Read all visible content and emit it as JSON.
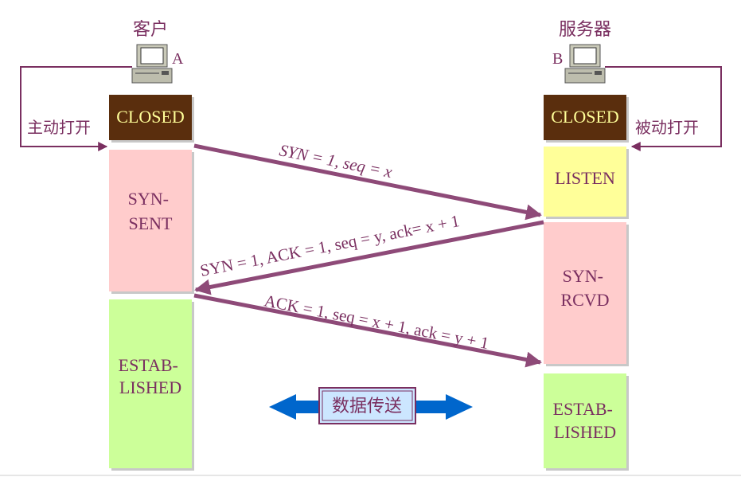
{
  "client": {
    "title": "客户",
    "host_label": "A",
    "action": "主动打开"
  },
  "server": {
    "title": "服务器",
    "host_label": "B",
    "action": "被动打开"
  },
  "client_states": [
    "CLOSED",
    "SYN-\nSENT",
    "ESTAB-\nLISHED"
  ],
  "server_states": [
    "CLOSED",
    "LISTEN",
    "SYN-\nRCVD",
    "ESTAB-\nLISHED"
  ],
  "messages": [
    "SYN = 1, seq = x",
    "SYN = 1, ACK = 1, seq = y, ack= x + 1",
    "ACK = 1, seq = x + 1, ack = y + 1"
  ],
  "data_transfer": "数据传送",
  "colors": {
    "closed_bg": "#5a2d0c",
    "closed_text": "#ffff99",
    "syn_bg": "#ffcccc",
    "listen_bg": "#ffff99",
    "estab_bg": "#ccff99",
    "state_text": "#7a2f60",
    "arrow": "#8e4a78",
    "blue_arrow": "#0066cc",
    "label_box_bg": "#cce6ff",
    "label_box_border": "#7a2f60"
  }
}
